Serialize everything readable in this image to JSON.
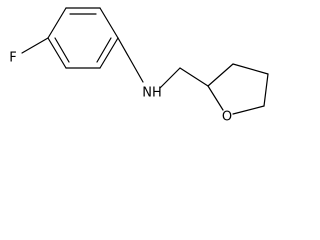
{
  "molecule": {
    "atoms": {
      "fluorine": "F",
      "amine": "NH",
      "oxygen": "O"
    },
    "colors": {
      "bond": "#000000",
      "label": "#000000",
      "background": "#ffffff"
    }
  }
}
